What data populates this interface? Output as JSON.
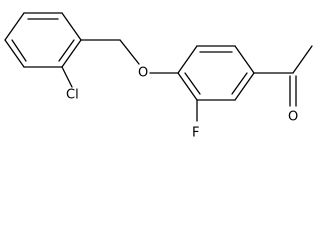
{
  "molecule": {
    "atom_labels": {
      "chlorine": "Cl",
      "ether_oxygen": "O",
      "fluorine": "F",
      "carbonyl_oxygen": "O"
    },
    "colors": {
      "bond": "#000000",
      "label": "#000000",
      "background": "#ffffff"
    }
  }
}
